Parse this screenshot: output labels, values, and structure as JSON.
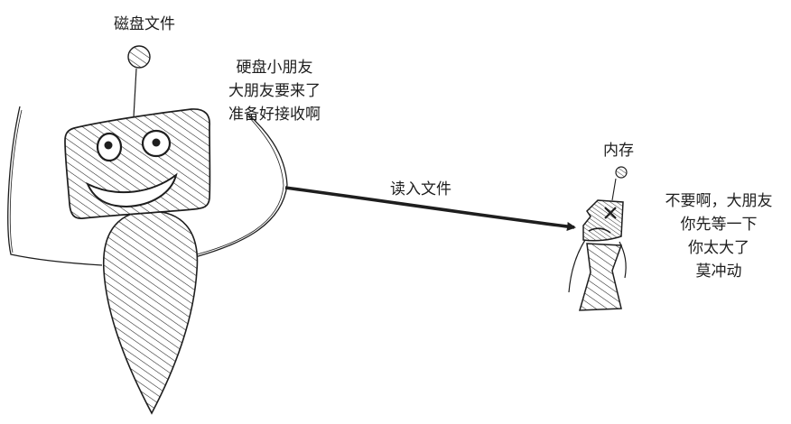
{
  "labels": {
    "disk": "磁盘文件",
    "memory": "内存",
    "read_file": "读入文件"
  },
  "speech": {
    "big_robot": [
      "硬盘小朋友",
      "大朋友要来了",
      "准备好接收啊"
    ],
    "small_robot": [
      "不要啊，大朋友",
      "你先等一下",
      "你太大了",
      "莫冲动"
    ]
  },
  "colors": {
    "stroke": "#1e1e1e",
    "background": "#ffffff"
  }
}
